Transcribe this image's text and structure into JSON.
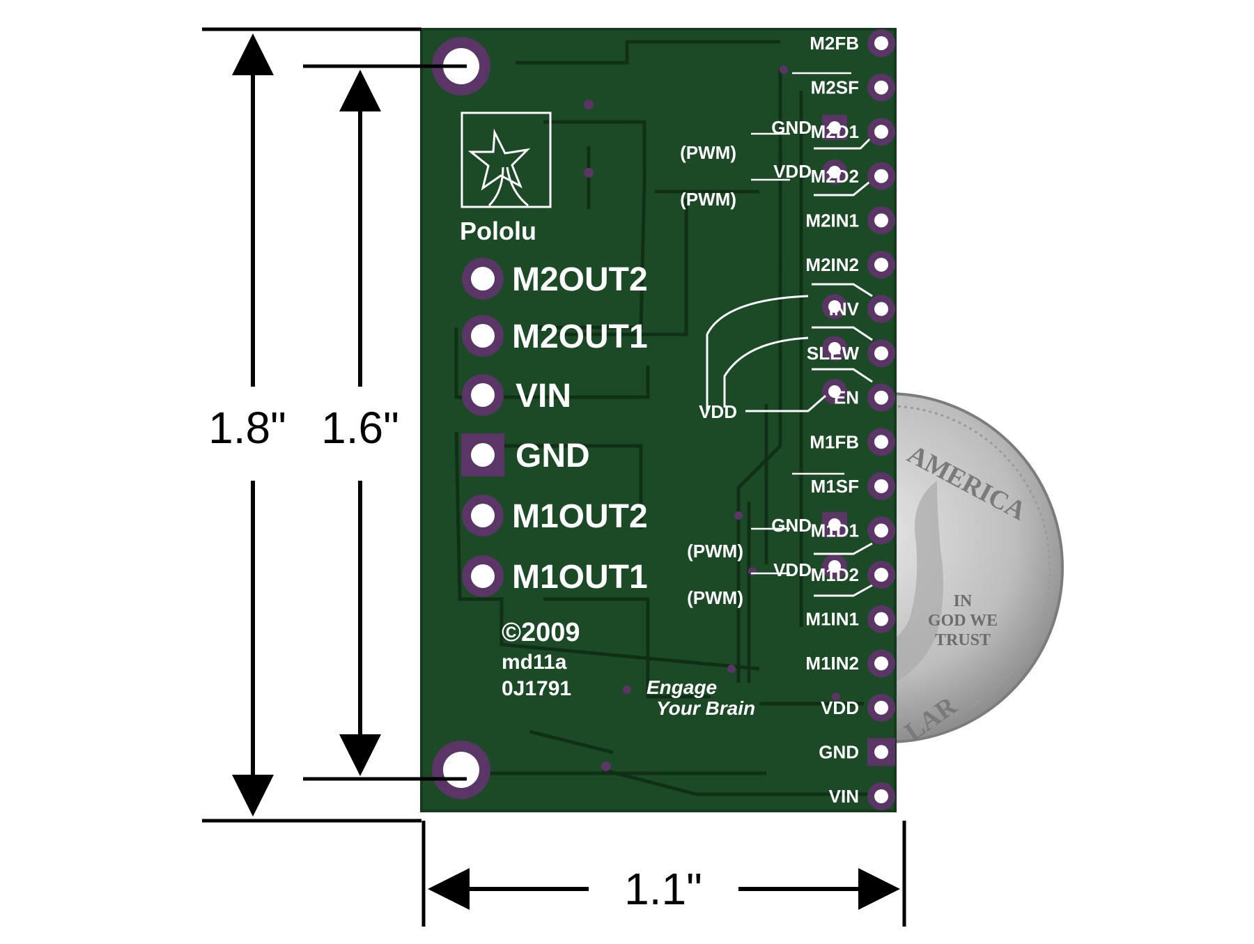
{
  "dimensions": {
    "total_height": "1.8\"",
    "hole_spacing": "1.6\"",
    "width": "1.1\""
  },
  "board": {
    "logo_text": "Pololu",
    "copyright": "©2009",
    "model": "md11a",
    "serial": "0J1791",
    "slogan_line1": "Engage",
    "slogan_line2": "Your Brain",
    "power_pads": [
      "M2OUT2",
      "M2OUT1",
      "VIN",
      "GND",
      "M1OUT2",
      "M1OUT1"
    ],
    "header_pins": [
      "M2FB",
      "M2SF",
      "M2D1",
      "M2D2",
      "M2IN1",
      "M2IN2",
      "INV",
      "SLEW",
      "EN",
      "M1FB",
      "M1SF",
      "M1D1",
      "M1D2",
      "M1IN1",
      "M1IN2",
      "VDD",
      "GND",
      "VIN"
    ],
    "inner_labels": {
      "gnd_top": "GND",
      "pwm_top_d1": "(PWM)",
      "vdd_top": "VDD",
      "pwm_top_d2": "(PWM)",
      "vdd_mid": "VDD",
      "gnd_bottom": "GND",
      "pwm_bottom_d1": "(PWM)",
      "vdd_bottom": "VDD",
      "pwm_bottom_d2": "(PWM)"
    }
  },
  "coin": {
    "text_top": "AMERICA",
    "motto_line1": "IN",
    "motto_line2": "GOD WE",
    "motto_line3": "TRUST",
    "text_bottom": "LAR"
  },
  "colors": {
    "pcb_green": "#1d4a26",
    "pad_purple": "#5a3565",
    "coin_silver": "#c8c8c8"
  }
}
